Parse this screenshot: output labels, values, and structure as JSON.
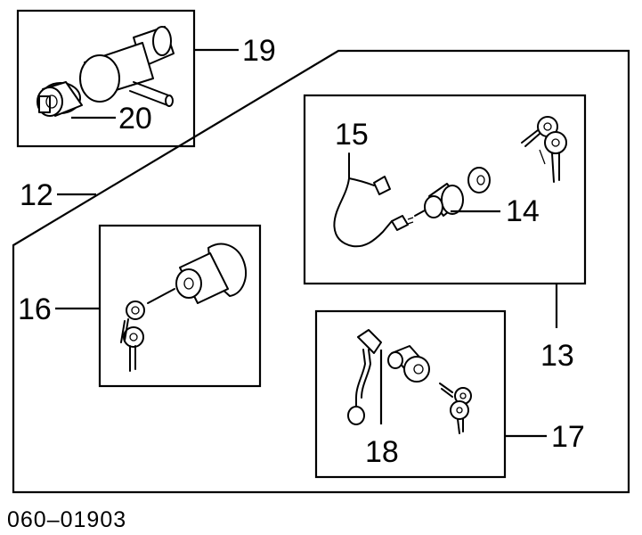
{
  "callouts": {
    "c12": "12",
    "c13": "13",
    "c14": "14",
    "c15": "15",
    "c16": "16",
    "c17": "17",
    "c18": "18",
    "c19": "19",
    "c20": "20"
  },
  "diagram_code": "060–01903",
  "colors": {
    "ink": "#000000",
    "paper": "#ffffff"
  }
}
